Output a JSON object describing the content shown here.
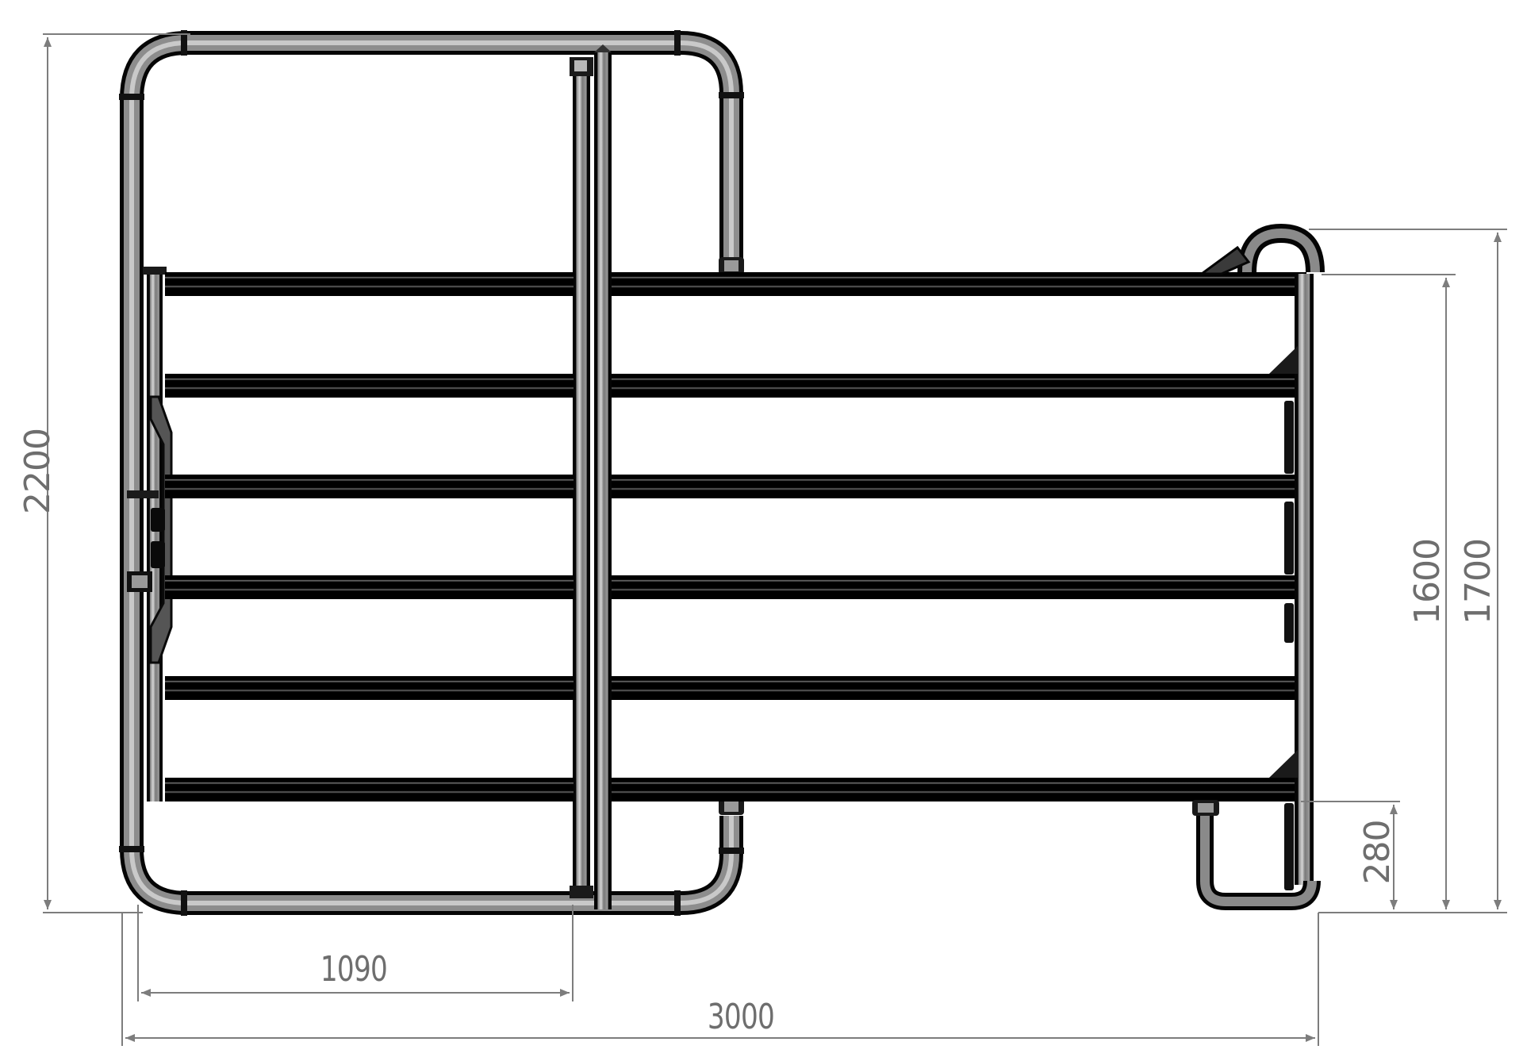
{
  "drawing": {
    "subject": "livestock-panel-with-gate",
    "rail_count": 6,
    "colors": {
      "tube_dark": "#0a0a0a",
      "tube_mid": "#7a7a7a",
      "tube_light": "#c8c8c8",
      "dimension_line": "#7d7d7d",
      "dimension_text": "#6e6e6e",
      "background": "#ffffff"
    }
  },
  "dimensions": {
    "overall_height": {
      "value": "2200",
      "orientation": "vertical",
      "side": "left"
    },
    "panel_height": {
      "value": "1600",
      "orientation": "vertical",
      "side": "right"
    },
    "panel_total_height": {
      "value": "1700",
      "orientation": "vertical",
      "side": "right"
    },
    "foot_height": {
      "value": "280",
      "orientation": "vertical",
      "side": "right"
    },
    "gate_width": {
      "value": "1090",
      "orientation": "horizontal",
      "side": "bottom"
    },
    "overall_width": {
      "value": "3000",
      "orientation": "horizontal",
      "side": "bottom"
    }
  }
}
